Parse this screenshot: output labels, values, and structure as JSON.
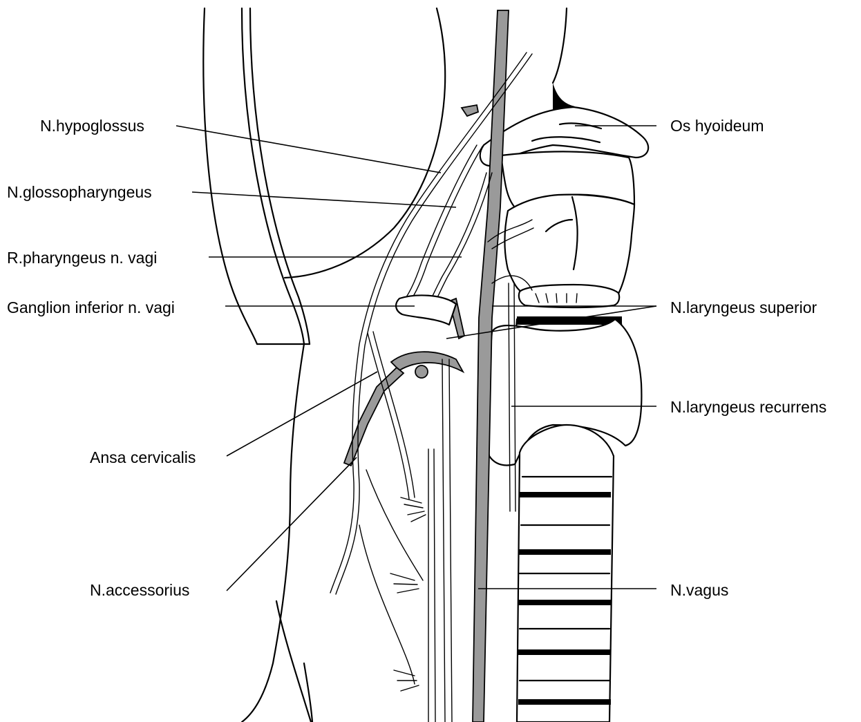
{
  "labels": {
    "hypoglossus": "N.hypoglossus",
    "glossopharyngeus": "N.glossopharyngeus",
    "pharyngeus": "R.pharyngeus n. vagi",
    "ganglion": "Ganglion inferior n. vagi",
    "ansa": "Ansa cervicalis",
    "accessorius": "N.accessorius",
    "hyoideum": "Os hyoideum",
    "laryngeus_superior": "N.laryngeus superior",
    "laryngeus_recurrens": "N.laryngeus recurrens",
    "vagus": "N.vagus"
  },
  "colors": {
    "nerve_gray": "#9a9a9a",
    "ink": "#000000",
    "background": "#ffffff"
  }
}
